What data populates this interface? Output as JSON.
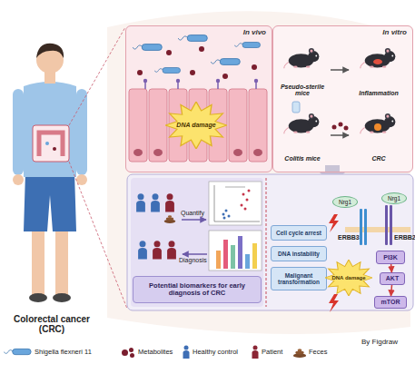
{
  "diagram": {
    "nodes": [
      {
        "text": [
          "In vivo"
        ]
      },
      {
        "text": [
          "DNA damage"
        ],
        "in": 0
      },
      {
        "text": [
          "In vitro"
        ]
      },
      {
        "text": [
          "Pseudo-sterile mice"
        ],
        "in": 2
      },
      {
        "text": [
          "Inflammation"
        ],
        "in": 2
      },
      {
        "text": [
          "Colitis mice"
        ],
        "in": 2
      },
      {
        "text": [
          "CRC"
        ],
        "in": 2
      },
      {
        "text": [
          "Potential biomarkers for early diagnosis of CRC"
        ]
      },
      {
        "text": [
          "Cell cycle arrest"
        ]
      },
      {
        "text": [
          "DNA instability"
        ]
      },
      {
        "text": [
          "Malignant transformation"
        ]
      },
      {
        "text": [
          "Nrg1"
        ]
      },
      {
        "text": [
          "Nrg1"
        ]
      },
      {
        "text": [
          "PI3K"
        ]
      },
      {
        "text": [
          "AKT"
        ]
      },
      {
        "text": [
          "mTOR"
        ]
      },
      {
        "text": [
          "DNA damage"
        ]
      }
    ],
    "edges": [
      {
        "from": 3,
        "to": 4,
        "arrow": "to"
      },
      {
        "from": 5,
        "to": 6,
        "arrow": "to"
      },
      {
        "from": 13,
        "to": 14,
        "arrow": "to"
      },
      {
        "from": 14,
        "to": 15,
        "arrow": "to"
      }
    ],
    "labels": [
      "Colorectal cancer (CRC)",
      "Quantify",
      "Diagnosis",
      "ERBB3",
      "ERBB2",
      "By Figdraw"
    ],
    "legend": [
      {
        "text": "Shigella flexneri 11"
      },
      {
        "text": "Metabolites",
        "color": "#7a1e2e"
      },
      {
        "text": "Healthy control"
      },
      {
        "text": "Patient"
      },
      {
        "text": "Feces"
      }
    ]
  }
}
